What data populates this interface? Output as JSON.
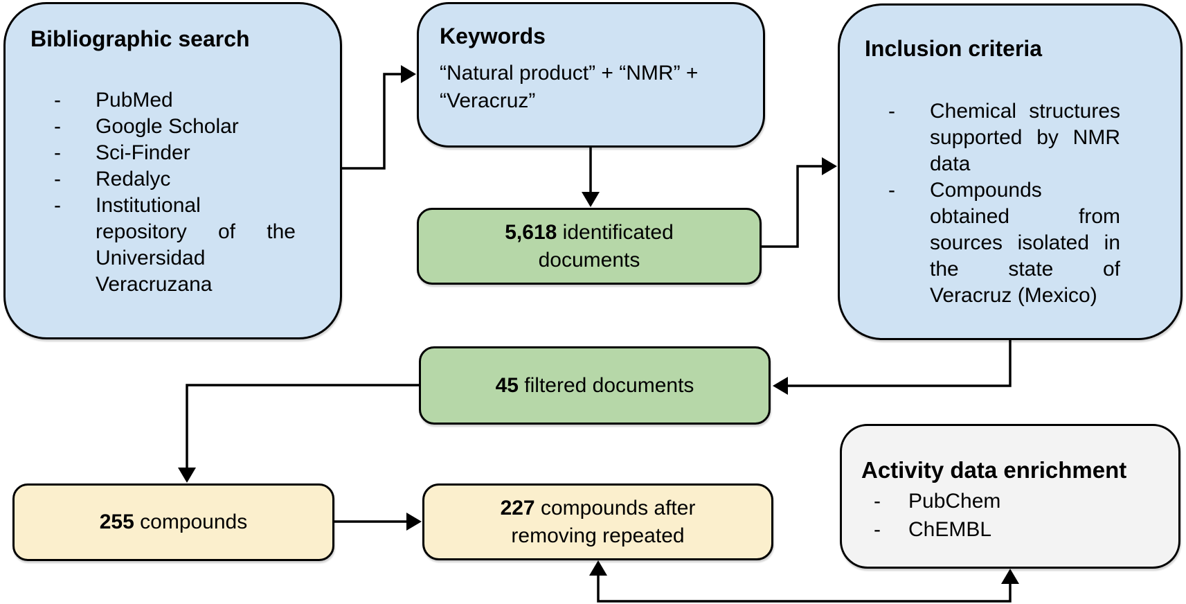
{
  "figure": {
    "type": "flowchart",
    "description_visible": false
  },
  "bullet_char": "-",
  "colors": {
    "box_blue": "#cfe2f3",
    "box_green": "#b6d7a8",
    "box_yellow": "#fbefcd",
    "box_gray": "#f3f3f3",
    "border": "#000000",
    "text": "#000000",
    "background": "#ffffff"
  },
  "boxes": {
    "bibliographic_search": {
      "title": "Bibliographic search",
      "items": [
        "PubMed",
        "Google Scholar",
        "Sci-Finder",
        "Redalyc",
        "Institutional repository of the Universidad Veracruzana"
      ]
    },
    "keywords": {
      "title": "Keywords",
      "query": "“Natural product” + “NMR” + “Veracruz”"
    },
    "inclusion_criteria": {
      "title": "Inclusion criteria",
      "items": [
        "Chemical structures supported by NMR data",
        "Compounds obtained from sources isolated in the state of Veracruz (Mexico)"
      ]
    },
    "identified_documents": {
      "count": "5,618",
      "label": "identificated documents"
    },
    "filtered_documents": {
      "count": "45",
      "label": "filtered documents"
    },
    "compounds_total": {
      "count": "255",
      "label": "compounds"
    },
    "compounds_unique": {
      "count": "227",
      "label": "compounds after removing repeated"
    },
    "activity_enrichment": {
      "title": "Activity data enrichment",
      "items": [
        "PubChem",
        "ChEMBL"
      ]
    }
  }
}
